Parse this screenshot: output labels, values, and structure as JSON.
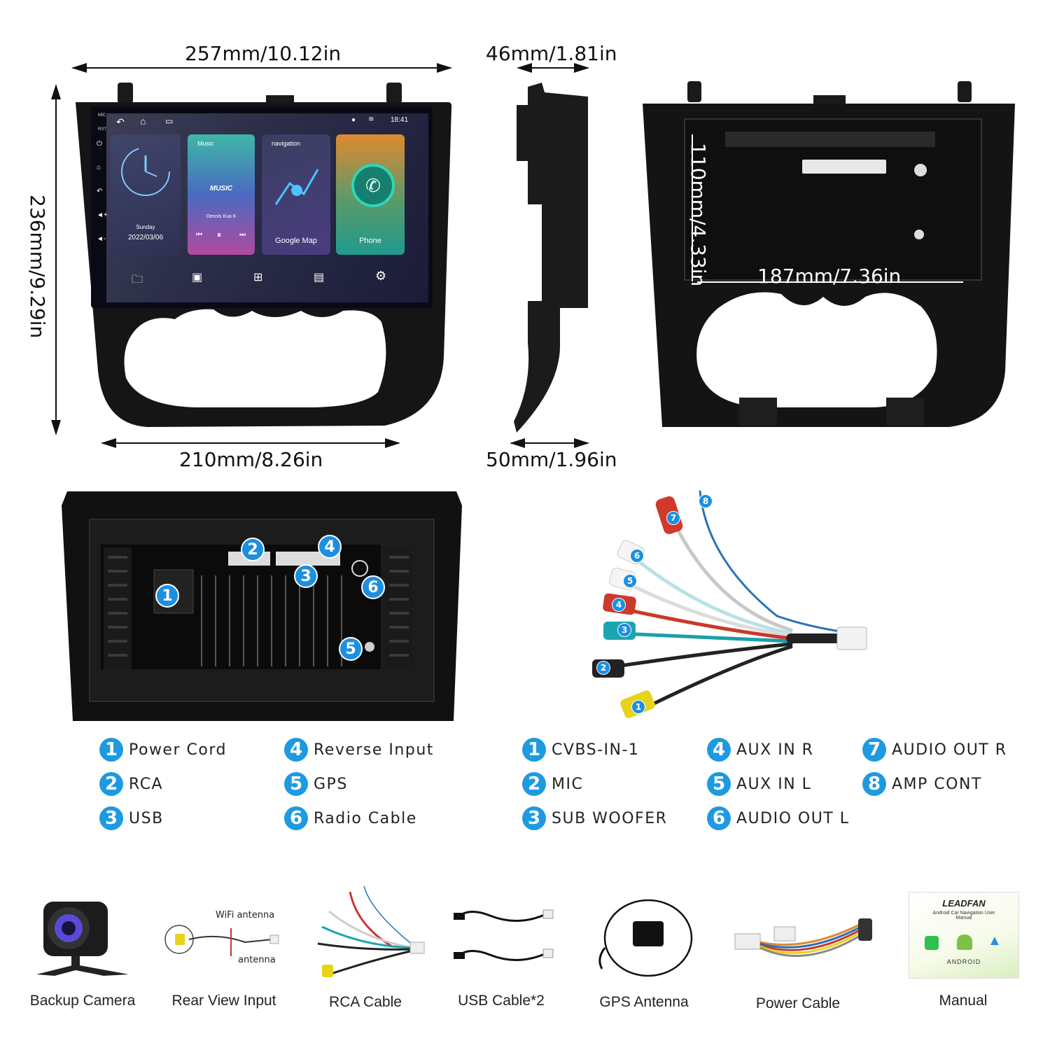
{
  "dimensions": {
    "width_top": "257mm/10.12in",
    "width_bottom": "210mm/8.26in",
    "height_left": "236mm/9.29in",
    "depth_top": "46mm/1.81in",
    "depth_bottom": "50mm/1.96in",
    "back_height": "110mm/4.33in",
    "back_width": "187mm/7.36in"
  },
  "screen": {
    "status_time": "18:41",
    "side_labels": [
      "MIC",
      "RST"
    ],
    "clock_day": "Sunday",
    "clock_date": "2022/03/06",
    "music_top": "Music",
    "music_logo": "MUSIC",
    "music_artist": "Dennis Kua K",
    "nav_top": "navigation",
    "nav_label": "Google Map",
    "phone_label": "Phone"
  },
  "rear_ports": [
    "1",
    "2",
    "3",
    "4",
    "5",
    "6"
  ],
  "cable_connectors": [
    "1",
    "2",
    "3",
    "4",
    "5",
    "6",
    "7",
    "8"
  ],
  "unit_legend": [
    {
      "n": "1",
      "label": "Power Cord"
    },
    {
      "n": "2",
      "label": "RCA"
    },
    {
      "n": "3",
      "label": "USB"
    },
    {
      "n": "4",
      "label": "Reverse Input"
    },
    {
      "n": "5",
      "label": "GPS"
    },
    {
      "n": "6",
      "label": "Radio Cable"
    }
  ],
  "cable_legend": [
    {
      "n": "1",
      "label": "CVBS-IN-1"
    },
    {
      "n": "2",
      "label": "MIC"
    },
    {
      "n": "3",
      "label": "SUB WOOFER"
    },
    {
      "n": "4",
      "label": "AUX IN R"
    },
    {
      "n": "5",
      "label": "AUX IN L"
    },
    {
      "n": "6",
      "label": "AUDIO OUT L"
    },
    {
      "n": "7",
      "label": "AUDIO OUT R"
    },
    {
      "n": "8",
      "label": "AMP CONT"
    }
  ],
  "accessories": {
    "backup_camera": "Backup Camera",
    "rear_view_input": "Rear View Input",
    "rca_cable": "RCA Cable",
    "usb_cable": "USB Cable*2",
    "gps_antenna": "GPS Antenna",
    "power_cable": "Power Cable",
    "manual": "Manual",
    "rear_view_wifi": "WiFi antenna",
    "rear_view_antenna": "antenna",
    "manual_brand": "LEADFAN",
    "manual_title": "Android Car Navigation User Manual",
    "manual_android": "ANDROID"
  },
  "colors": {
    "badge_blue": "#1d9ae0",
    "panel_black": "#141414",
    "rca_red": "#d0392b",
    "rca_yellow": "#e8d21a",
    "rca_teal": "#1aa5b0"
  }
}
